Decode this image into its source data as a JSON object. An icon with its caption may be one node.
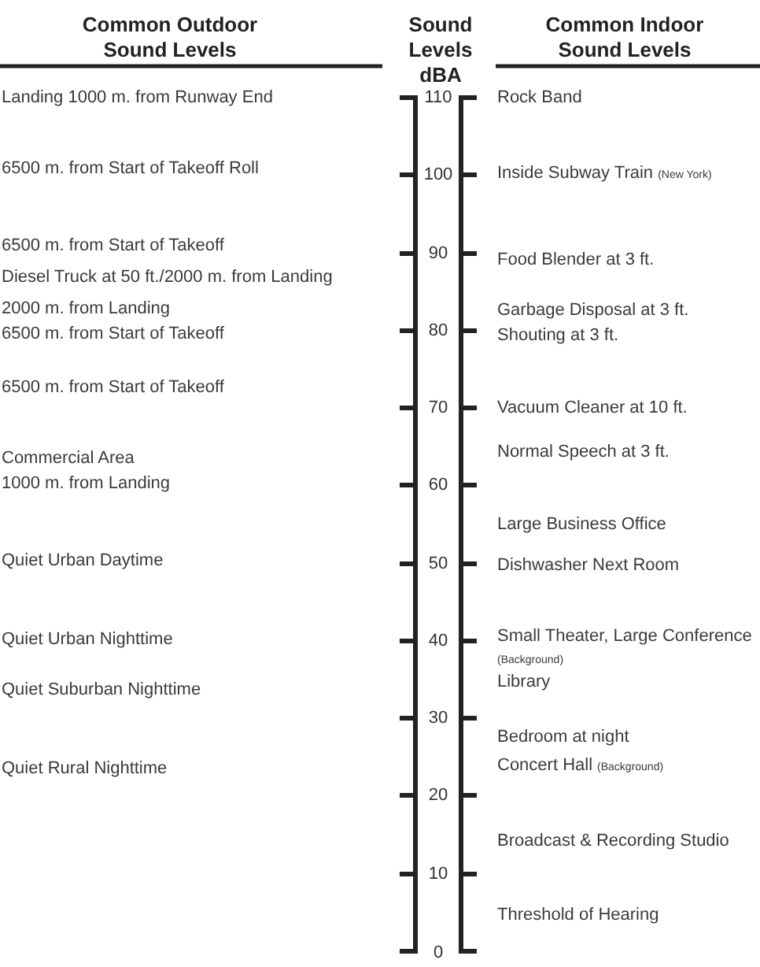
{
  "diagram": {
    "labels": [
      "Common Outdoor Sound Levels",
      "Sound Levels dBA",
      "Common Indoor Sound Levels",
      "Landing 1000 m. from Runway End",
      "110",
      "Rock Band",
      "6500 m. from Start of Takeoff Roll",
      "100",
      "Inside Subway Train",
      "(New York)",
      "6500 m. from Start of Takeoff",
      "90",
      "Food Blender at 3 ft.",
      "Diesel Truck at 50 ft./2000 m. from Landing",
      "2000 m. from Landing",
      "Garbage Disposal at 3 ft.",
      "6500 m. from Start of Takeoff",
      "80",
      "Shouting at 3 ft.",
      "6500 m. from Start of Takeoff",
      "70",
      "Vacuum Cleaner at 10 ft.",
      "Commercial Area",
      "Normal Speech at 3 ft.",
      "1000 m. from Landing",
      "60",
      "Large Business Office",
      "Quiet Urban Daytime",
      "50",
      "Dishwasher Next Room",
      "Quiet Urban Nighttime",
      "40",
      "Small Theater, Large Conference",
      "(Background)",
      "Quiet Suburban Nighttime",
      "Library",
      "30",
      "Bedroom at night",
      "Quiet Rural Nighttime",
      "Concert Hall",
      "(Background)",
      "20",
      "Broadcast & Recording Studio",
      "10",
      "Threshold of Hearing",
      "0"
    ]
  }
}
